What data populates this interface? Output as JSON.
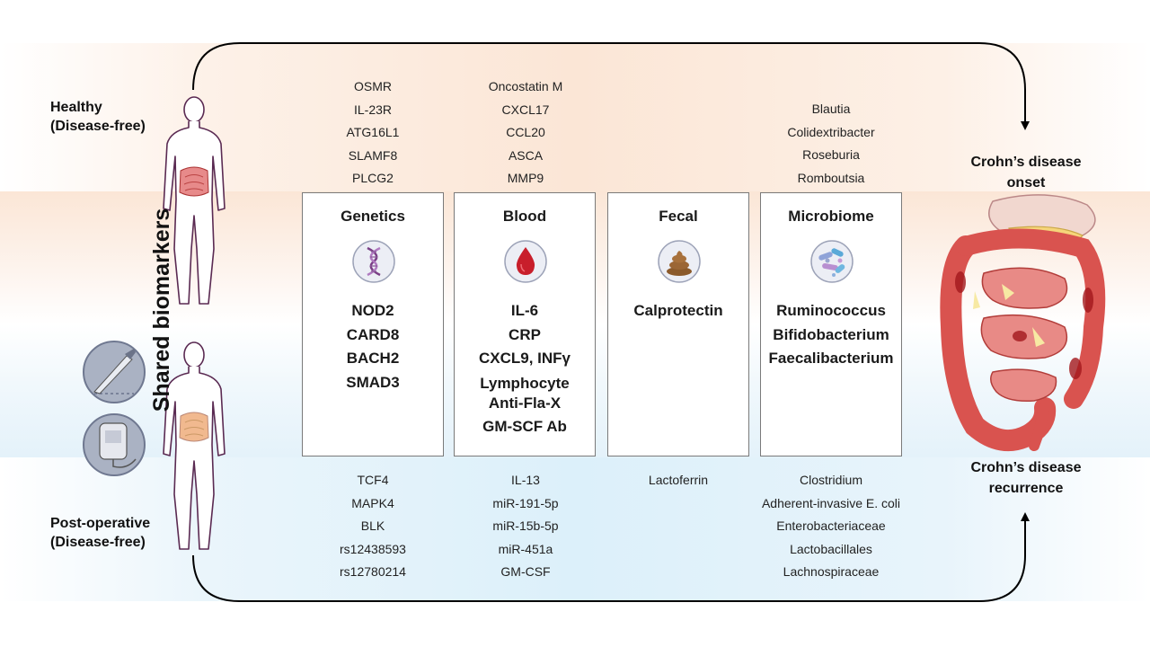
{
  "states": {
    "healthy": {
      "line1": "Healthy",
      "line2": "(Disease-free)"
    },
    "postop": {
      "line1": "Post-operative",
      "line2": "(Disease-free)"
    }
  },
  "outcomes": {
    "onset": {
      "line1": "Crohn’s disease",
      "line2": "onset"
    },
    "recurrence": {
      "line1": "Crohn’s disease",
      "line2": "recurrence"
    }
  },
  "shared_label": "Shared biomarkers",
  "categories": [
    {
      "title": "Genetics",
      "icon": "dna-icon",
      "top": [
        "OSMR",
        "IL-23R",
        "ATG16L1",
        "SLAMF8",
        "PLCG2"
      ],
      "shared": [
        "NOD2",
        "CARD8",
        "BACH2",
        "SMAD3"
      ],
      "bottom": [
        "TCF4",
        "MAPK4",
        "BLK",
        "rs12438593",
        "rs12780214"
      ]
    },
    {
      "title": "Blood",
      "icon": "blood-drop-icon",
      "top": [
        "Oncostatin M",
        "CXCL17",
        "CCL20",
        "ASCA",
        "MMP9"
      ],
      "shared": [
        "IL-6",
        "CRP",
        "CXCL9, INFγ",
        "Lymphocyte",
        "Anti-Fla-X",
        "GM-SCF Ab"
      ],
      "bottom": [
        "IL-13",
        "miR-191-5p",
        "miR-15b-5p",
        "miR-451a",
        "GM-CSF"
      ]
    },
    {
      "title": "Fecal",
      "icon": "stool-icon",
      "top": [],
      "shared": [
        "Calprotectin"
      ],
      "bottom": [
        "Lactoferrin"
      ]
    },
    {
      "title": "Microbiome",
      "icon": "bacteria-icon",
      "top": [
        "Blautia",
        "Colidextribacter",
        "Roseburia",
        "Romboutsia"
      ],
      "shared": [
        "Ruminococcus",
        "Bifidobacterium",
        "Faecalibacterium"
      ],
      "bottom": [
        "Clostridium",
        "Adherent-invasive E. coli",
        "Enterobacteriaceae",
        "Lactobacillales",
        "Lachnospiraceae"
      ]
    }
  ],
  "colors": {
    "top_band": "#fbe6d6",
    "bottom_band": "#dcf0fa",
    "outline": "#5a2a52",
    "intestine": "#d9534f",
    "drop": "#c81e2b",
    "stool": "#8b5a2b"
  }
}
